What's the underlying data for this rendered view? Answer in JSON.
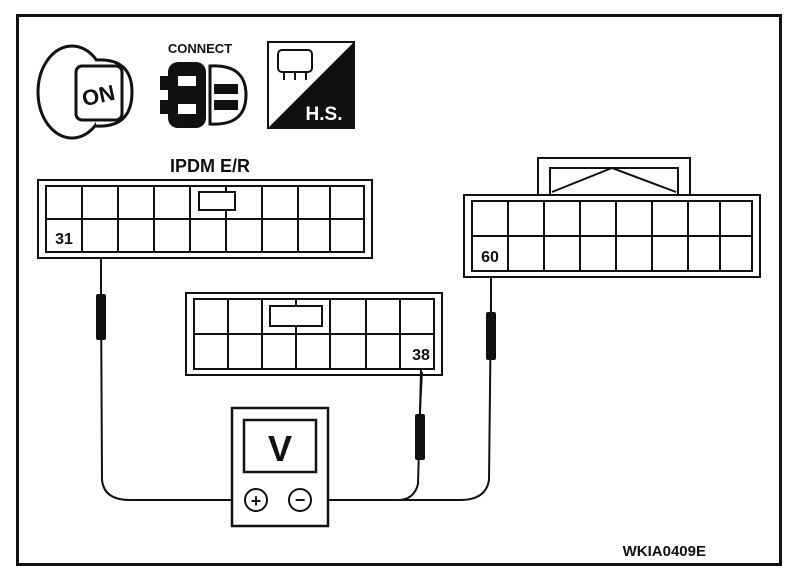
{
  "icons": {
    "ignition": {
      "name": "ignition-key-icon",
      "text": "ON"
    },
    "connect": {
      "name": "connector-icon",
      "text": "CONNECT"
    },
    "harness": {
      "name": "harness-sensor-icon",
      "text": "H.S."
    }
  },
  "connectors": {
    "ipdm": {
      "title": "IPDM E/R",
      "pin": "31"
    },
    "middle": {
      "pin": "38"
    },
    "right": {
      "pin": "60"
    }
  },
  "voltmeter": {
    "display": "V",
    "plus": "+",
    "minus": "−"
  },
  "figure_code": "WKIA0409E",
  "colors": {
    "line": "#111111",
    "background": "#ffffff"
  }
}
